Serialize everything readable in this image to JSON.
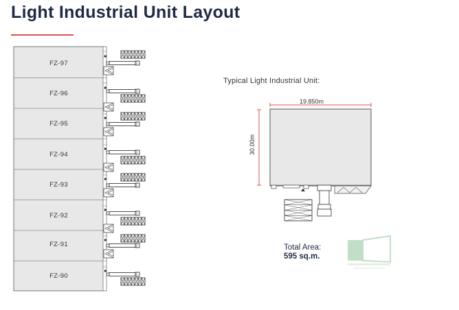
{
  "title": "Light Industrial Unit Layout",
  "typical_title": "Typical Light Industrial Unit:",
  "dim_width": "19.850m",
  "dim_height": "30.00m",
  "total_area_label": "Total Area:",
  "total_area_value": "595 sq.m.",
  "units": [
    "FZ-97",
    "FZ-96",
    "FZ-95",
    "FZ-94",
    "FZ-93",
    "FZ-92",
    "FZ-91",
    "FZ-90"
  ],
  "colors": {
    "title": "#1f2a44",
    "accent": "#d9534f",
    "unit_fill": "#e8e8e8",
    "outline": "#555555",
    "watermark": "#8fc49b"
  }
}
